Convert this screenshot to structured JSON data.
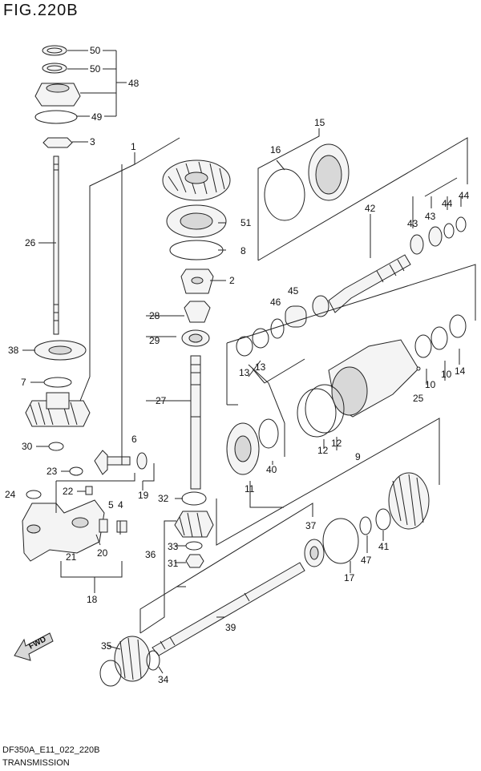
{
  "figure": {
    "title": "FIG.220B",
    "code": "DF350A_E11_022_220B",
    "name": "TRANSMISSION"
  },
  "arrow": {
    "label": "FWD"
  },
  "callouts": [
    {
      "num": "50"
    },
    {
      "num": "50"
    },
    {
      "num": "48"
    },
    {
      "num": "49"
    },
    {
      "num": "3"
    },
    {
      "num": "1"
    },
    {
      "num": "26"
    },
    {
      "num": "38"
    },
    {
      "num": "7"
    },
    {
      "num": "30"
    },
    {
      "num": "23"
    },
    {
      "num": "24"
    },
    {
      "num": "22"
    },
    {
      "num": "5"
    },
    {
      "num": "4"
    },
    {
      "num": "6"
    },
    {
      "num": "19"
    },
    {
      "num": "20"
    },
    {
      "num": "21"
    },
    {
      "num": "18"
    },
    {
      "num": "51"
    },
    {
      "num": "8"
    },
    {
      "num": "2"
    },
    {
      "num": "28"
    },
    {
      "num": "29"
    },
    {
      "num": "27"
    },
    {
      "num": "32"
    },
    {
      "num": "36"
    },
    {
      "num": "33"
    },
    {
      "num": "31"
    },
    {
      "num": "15"
    },
    {
      "num": "16"
    },
    {
      "num": "42"
    },
    {
      "num": "43"
    },
    {
      "num": "43"
    },
    {
      "num": "44"
    },
    {
      "num": "44"
    },
    {
      "num": "45"
    },
    {
      "num": "46"
    },
    {
      "num": "13"
    },
    {
      "num": "13"
    },
    {
      "num": "25"
    },
    {
      "num": "10"
    },
    {
      "num": "10"
    },
    {
      "num": "14"
    },
    {
      "num": "12"
    },
    {
      "num": "12"
    },
    {
      "num": "9"
    },
    {
      "num": "11"
    },
    {
      "num": "40"
    },
    {
      "num": "37"
    },
    {
      "num": "47"
    },
    {
      "num": "41"
    },
    {
      "num": "17"
    },
    {
      "num": "39"
    },
    {
      "num": "35"
    },
    {
      "num": "34"
    }
  ]
}
